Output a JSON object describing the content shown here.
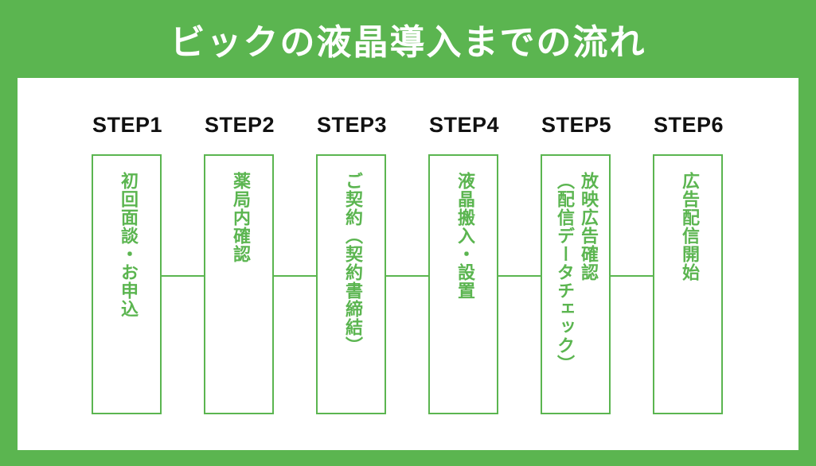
{
  "title": "ビックの液晶導入までの流れ",
  "colors": {
    "accent": "#5bb550",
    "background": "#ffffff",
    "label": "#111111"
  },
  "steps": [
    {
      "label": "STEP1",
      "lines": [
        "初回面談・お申込"
      ]
    },
    {
      "label": "STEP2",
      "lines": [
        "薬局内確認"
      ]
    },
    {
      "label": "STEP3",
      "lines": [
        "ご契約（契約書締結）"
      ]
    },
    {
      "label": "STEP4",
      "lines": [
        "液晶搬入・設置"
      ]
    },
    {
      "label": "STEP5",
      "lines": [
        "放映広告確認",
        "（配信データチェック）"
      ]
    },
    {
      "label": "STEP6",
      "lines": [
        "広告配信開始"
      ]
    }
  ]
}
